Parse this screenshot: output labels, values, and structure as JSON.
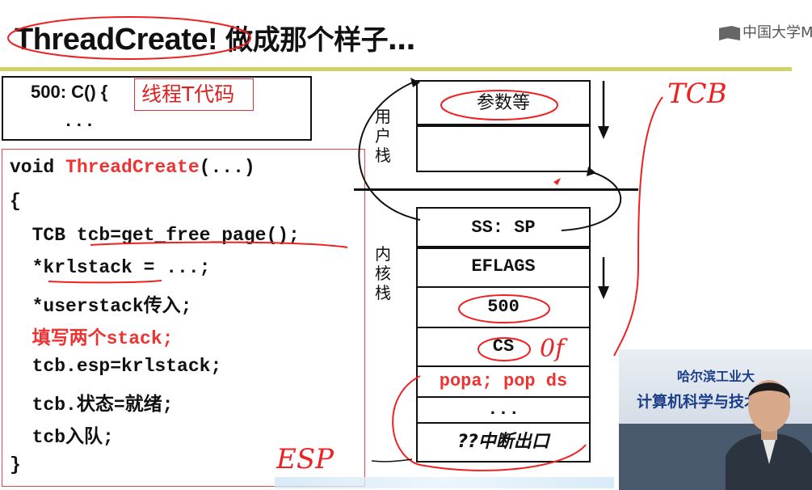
{
  "slide": {
    "title": "ThreadCreate!",
    "title_zh": "做成那个样子…",
    "logo_text": "中国大学M"
  },
  "code_top": {
    "label": "500: C() {",
    "red_label": "线程T代码",
    "dots": "..."
  },
  "code_lines": [
    {
      "parts": [
        {
          "t": "void "
        },
        {
          "t": "ThreadCreate",
          "red": true
        },
        {
          "t": "(...)"
        }
      ]
    },
    {
      "parts": [
        {
          "t": "{"
        }
      ]
    },
    {
      "parts": [
        {
          "t": "  TCB tcb=get_free_page();"
        }
      ]
    },
    {
      "parts": [
        {
          "t": "  *krlstack = ...;"
        }
      ]
    },
    {
      "parts": [
        {
          "t": "  *userstack传入;"
        }
      ]
    },
    {
      "parts": [
        {
          "t": "  填写两个stack;",
          "red": true
        }
      ]
    },
    {
      "parts": [
        {
          "t": "  tcb.esp=krlstack;"
        }
      ]
    },
    {
      "parts": [
        {
          "t": "  tcb.状态=就绪;"
        }
      ]
    },
    {
      "parts": [
        {
          "t": "  tcb入队;"
        }
      ]
    },
    {
      "parts": [
        {
          "t": "}"
        }
      ]
    }
  ],
  "user_stack": {
    "label": "用户栈",
    "cells": [
      "参数等",
      ""
    ]
  },
  "kernel_stack": {
    "label": "内核栈",
    "cells": [
      "SS: SP",
      "EFLAGS",
      "500",
      "CS",
      "popa; pop ds",
      "...",
      "??中断出口"
    ]
  },
  "annotations": {
    "tcb": "TCB",
    "esp": "ESP",
    "cs_off": "0f"
  },
  "video": {
    "banner_top": "哈尔滨工业大",
    "banner_main": "计算机科学与技术学院"
  },
  "colors": {
    "ink": "#111111",
    "accent_red": "#e33333",
    "rule": "#cfd36a"
  }
}
